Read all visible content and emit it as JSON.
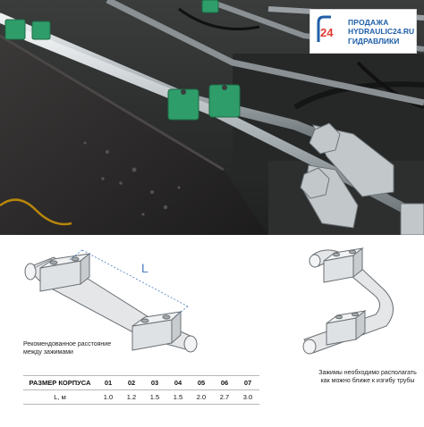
{
  "brand": {
    "logo_mark": "H24",
    "line1": "ПРОДАЖА",
    "line2": "HYDRAULIC24.RU",
    "line3": "ГИДРАВЛИКИ",
    "accent": "#1f5fa8",
    "mark_color": "#e03a32"
  },
  "diagram": {
    "length_label": "L",
    "caption_left": "Рекомендованное расстояние между зажимами",
    "caption_right": "Зажимы необходимо располагать как можно ближе к изгибу трубы"
  },
  "table": {
    "header_label": "РАЗМЕР КОРПУСА",
    "sizes": [
      "01",
      "02",
      "03",
      "04",
      "05",
      "06",
      "07"
    ],
    "row_label": "L, м",
    "lengths": [
      "1.0",
      "1.2",
      "1.5",
      "1.5",
      "2.0",
      "2.7",
      "3.0"
    ]
  },
  "colors": {
    "clamp_green": "#2f9d6a",
    "pipe_steel": "#c9ced1",
    "diagram_line": "#6a6f73",
    "dimension_blue": "#4a7fc0"
  }
}
